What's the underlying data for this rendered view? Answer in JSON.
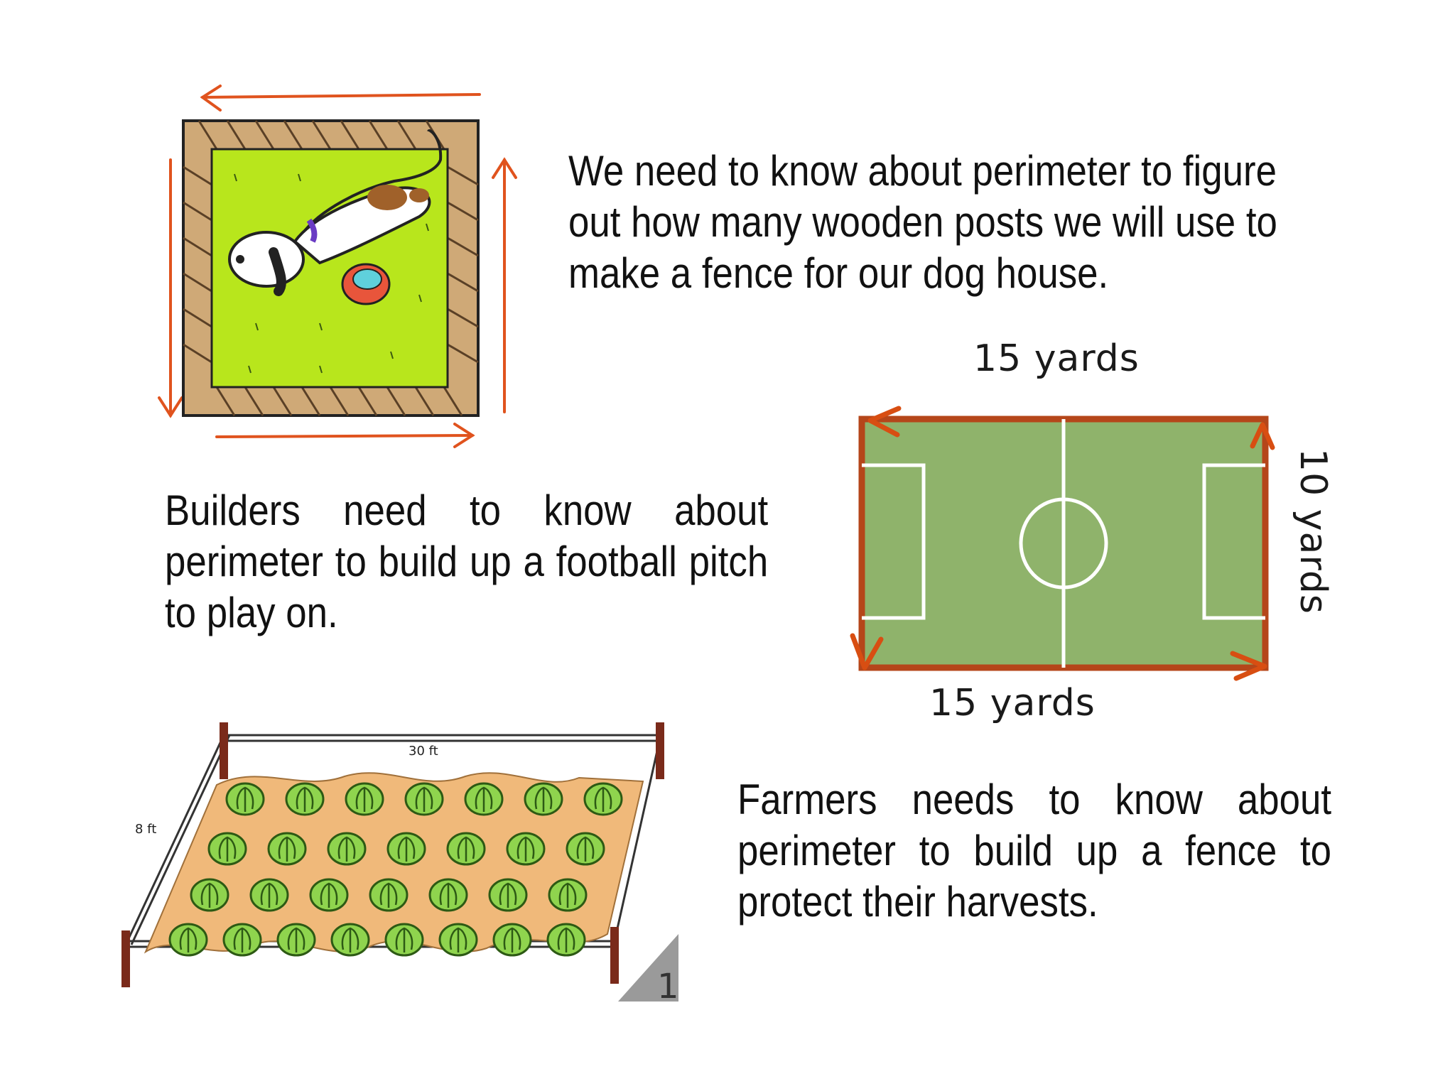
{
  "paragraphs": {
    "dog": "We need to know about perimeter to figure out how many wooden posts we will use to make a fence for our dog house.",
    "builders": "Builders need to know about perimeter to build up a football pitch to play on.",
    "farmers": "Farmers needs to know about perimeter to build up a fence to protect their harvests."
  },
  "pitch": {
    "top_label": "15 yards",
    "bottom_label": "15 yards",
    "side_label": "10 yards"
  },
  "field": {
    "top_label": "30 ft",
    "side_label": "8 ft",
    "corner_label": "1"
  },
  "colors": {
    "arrow": "#e0531e",
    "grass_dog": "#b8e61c",
    "wood": "#cfa977",
    "pitch_green": "#8fb36b",
    "pitch_border": "#b5461a",
    "soil": "#f0b97a",
    "plant": "#8fd44e"
  }
}
